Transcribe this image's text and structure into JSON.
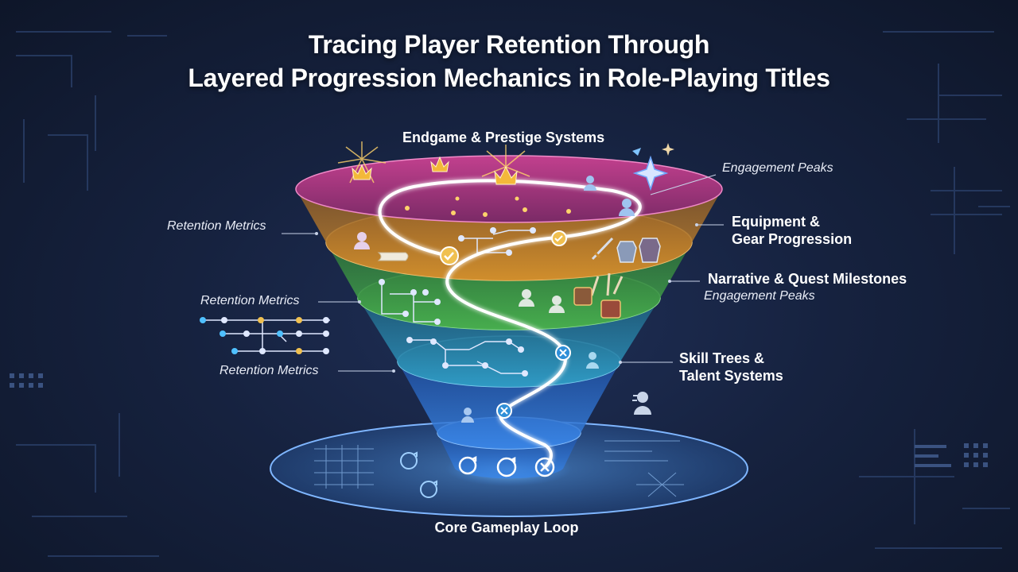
{
  "title": {
    "line1": "Tracing Player Retention Through",
    "line2": "Layered Progression Mechanics in Role-Playing Titles"
  },
  "layers": [
    {
      "name": "Endgame & Prestige Systems",
      "color": "#b0357f"
    },
    {
      "name_line1": "Equipment &",
      "name_line2": "Gear Progression",
      "color": "#c98a2e"
    },
    {
      "name": "Narrative & Quest Milestones",
      "color": "#3f9e47"
    },
    {
      "name_line1": "Skill Trees &",
      "name_line2": "Talent Systems",
      "color": "#2f8fb8"
    },
    {
      "name": "Core Gameplay Loop",
      "color": "#2a6fd1"
    }
  ],
  "annotations": {
    "engagement_peaks_1": "Engagement Peaks",
    "engagement_peaks_2": "Engagement Peaks",
    "retention_metrics_1": "Retention Metrics",
    "retention_metrics_2": "Retention Metrics",
    "retention_metrics_3": "Retention Metrics"
  },
  "icons": [
    "crown-icon",
    "sparkle-icon",
    "user-icon",
    "sword-icon",
    "armor-icon",
    "checkmark-icon",
    "scroll-icon",
    "skill-node-icon",
    "refresh-icon"
  ]
}
